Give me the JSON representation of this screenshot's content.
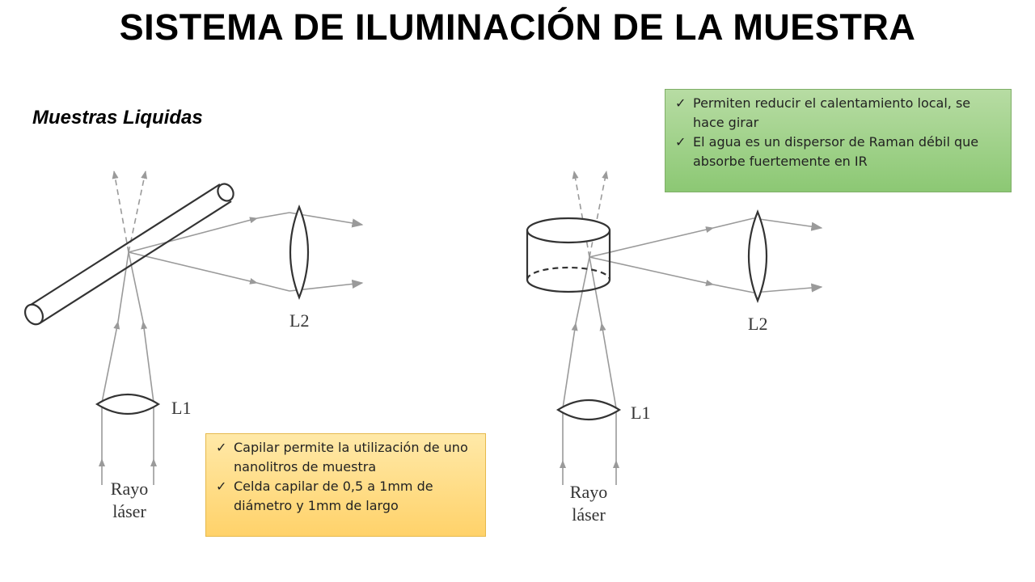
{
  "slide": {
    "title": "SISTEMA DE ILUMINACIÓN DE LA MUESTRA",
    "subtitle": "Muestras Liquidas"
  },
  "notes": {
    "green": [
      "Permiten reducir el calentamiento local, se hace girar",
      "El agua es un dispersor de Raman débil que absorbe fuertemente en IR"
    ],
    "orange": [
      "Capilar permite la utilización de uno nanolitros de muestra",
      "Celda capilar de 0,5 a 1mm de diámetro y  1mm de largo"
    ],
    "check_glyph": "✓"
  },
  "diagram_left": {
    "lens1_label": "L1",
    "lens2_label": "L2",
    "laser_line1": "Rayo",
    "laser_line2": "láser"
  },
  "diagram_right": {
    "lens1_label": "L1",
    "lens2_label": "L2",
    "laser_line1": "Rayo",
    "laser_line2": "láser"
  },
  "colors": {
    "green_note": "#8cc874",
    "orange_note": "#ffd26a",
    "ray": "#9a9a9a",
    "outline": "#333333"
  }
}
